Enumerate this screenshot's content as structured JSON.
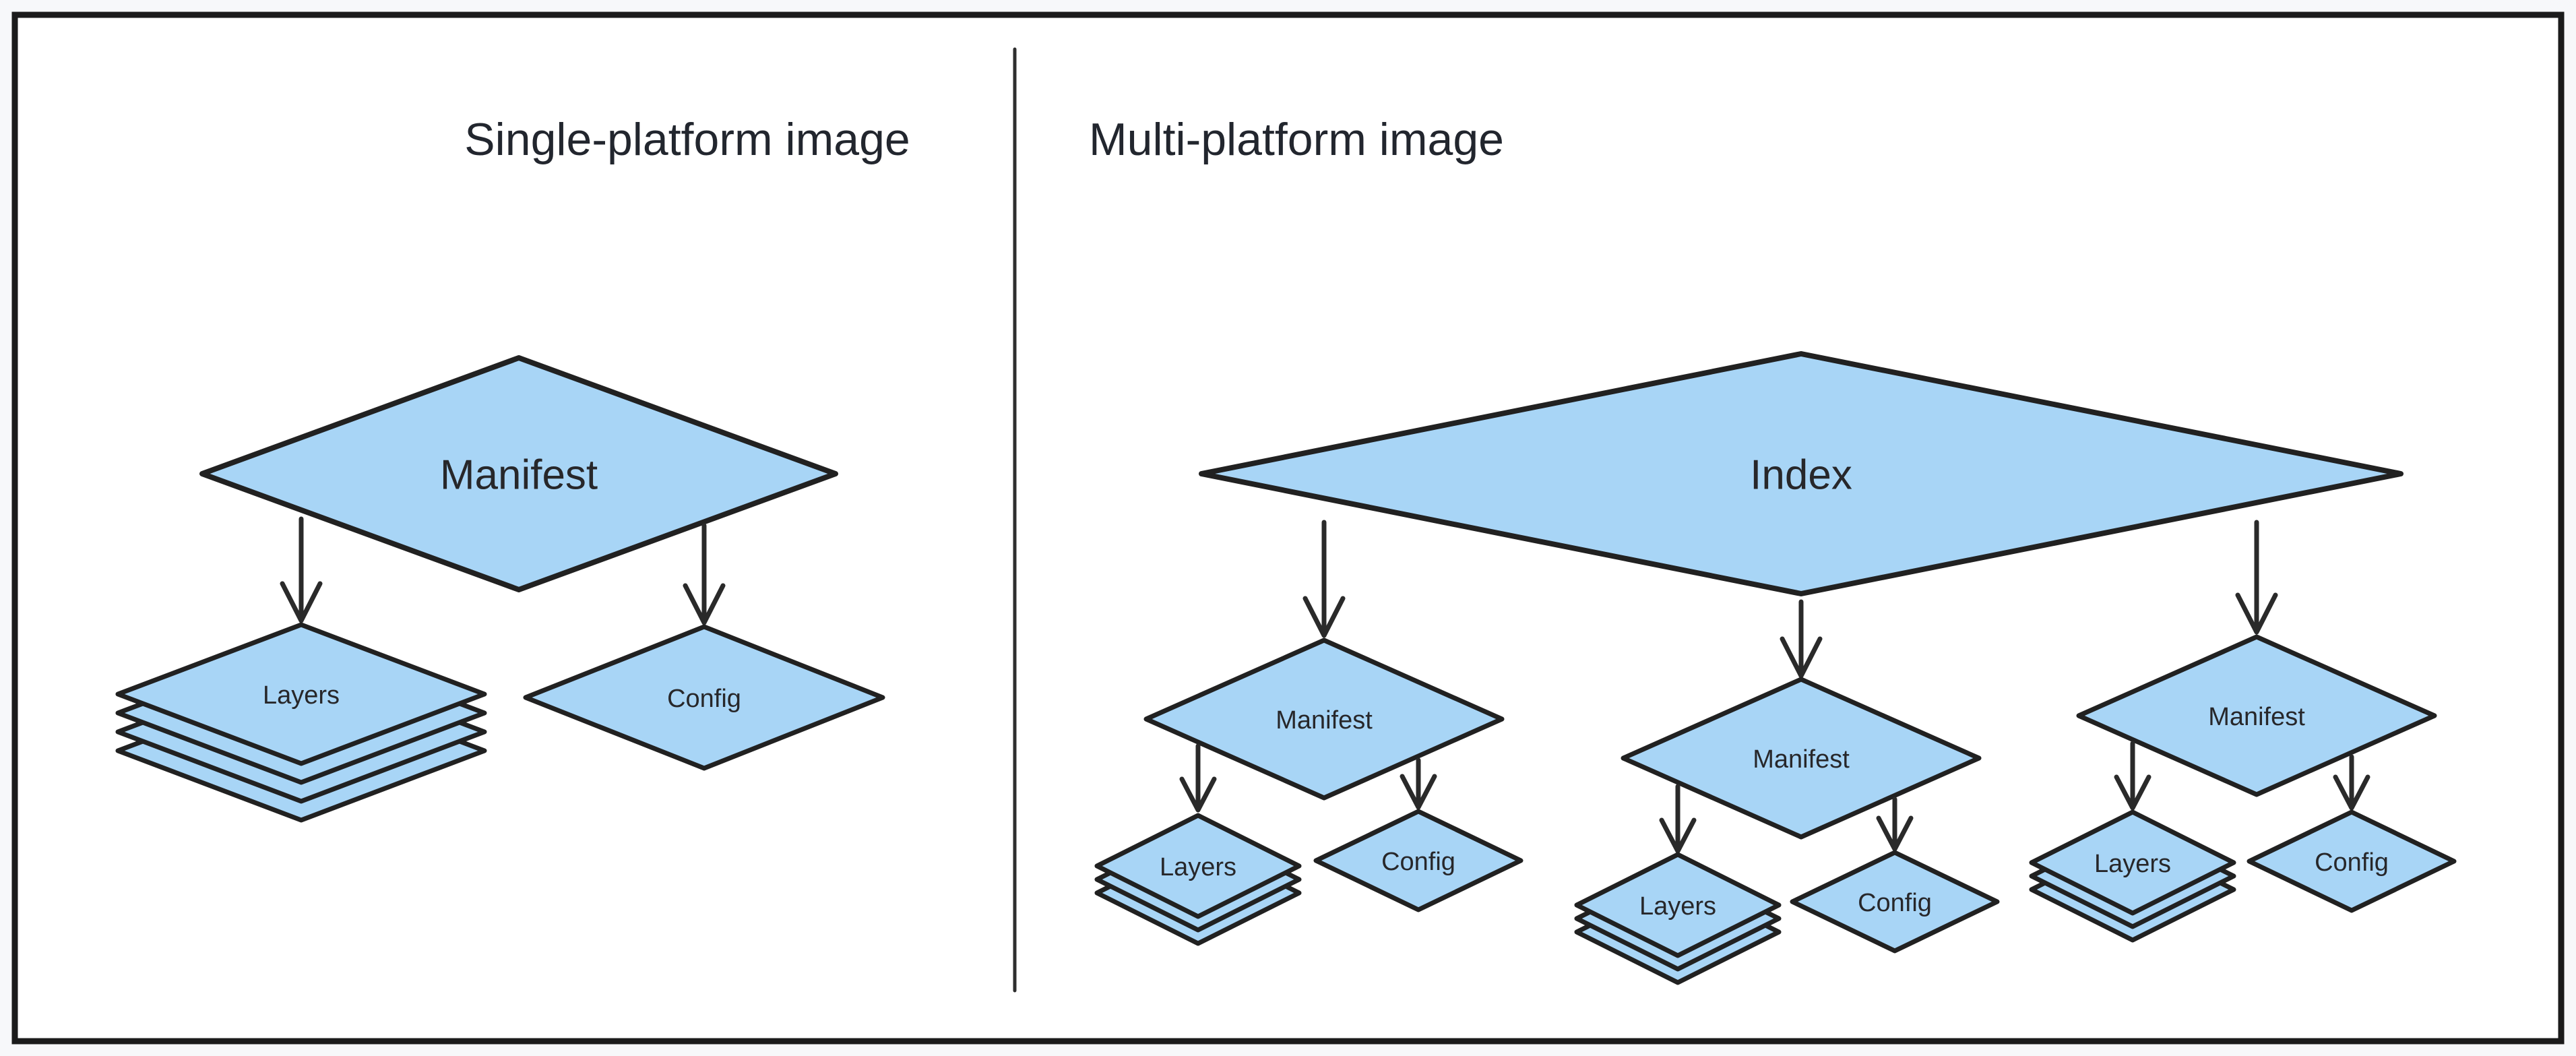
{
  "colors": {
    "page_background": "#f7f8fa",
    "frame_background": "#ffffff",
    "frame_border": "#1b1b1b",
    "divider": "#2e2e2e",
    "node_fill": "#a8d5f6",
    "node_stroke": "#212121",
    "arrow": "#2a2a2a",
    "title_text": "#22262e",
    "node_text": "#27272a"
  },
  "left_panel": {
    "title": "Single-platform image",
    "nodes": {
      "manifest": "Manifest",
      "layers": "Layers",
      "config": "Config"
    },
    "layers_stack_count": 4
  },
  "right_panel": {
    "title": "Multi-platform image",
    "nodes": {
      "index": "Index"
    },
    "groups": [
      {
        "manifest": "Manifest",
        "layers": "Layers",
        "config": "Config"
      },
      {
        "manifest": "Manifest",
        "layers": "Layers",
        "config": "Config"
      },
      {
        "manifest": "Manifest",
        "layers": "Layers",
        "config": "Config"
      }
    ],
    "layers_stack_count": 3
  }
}
